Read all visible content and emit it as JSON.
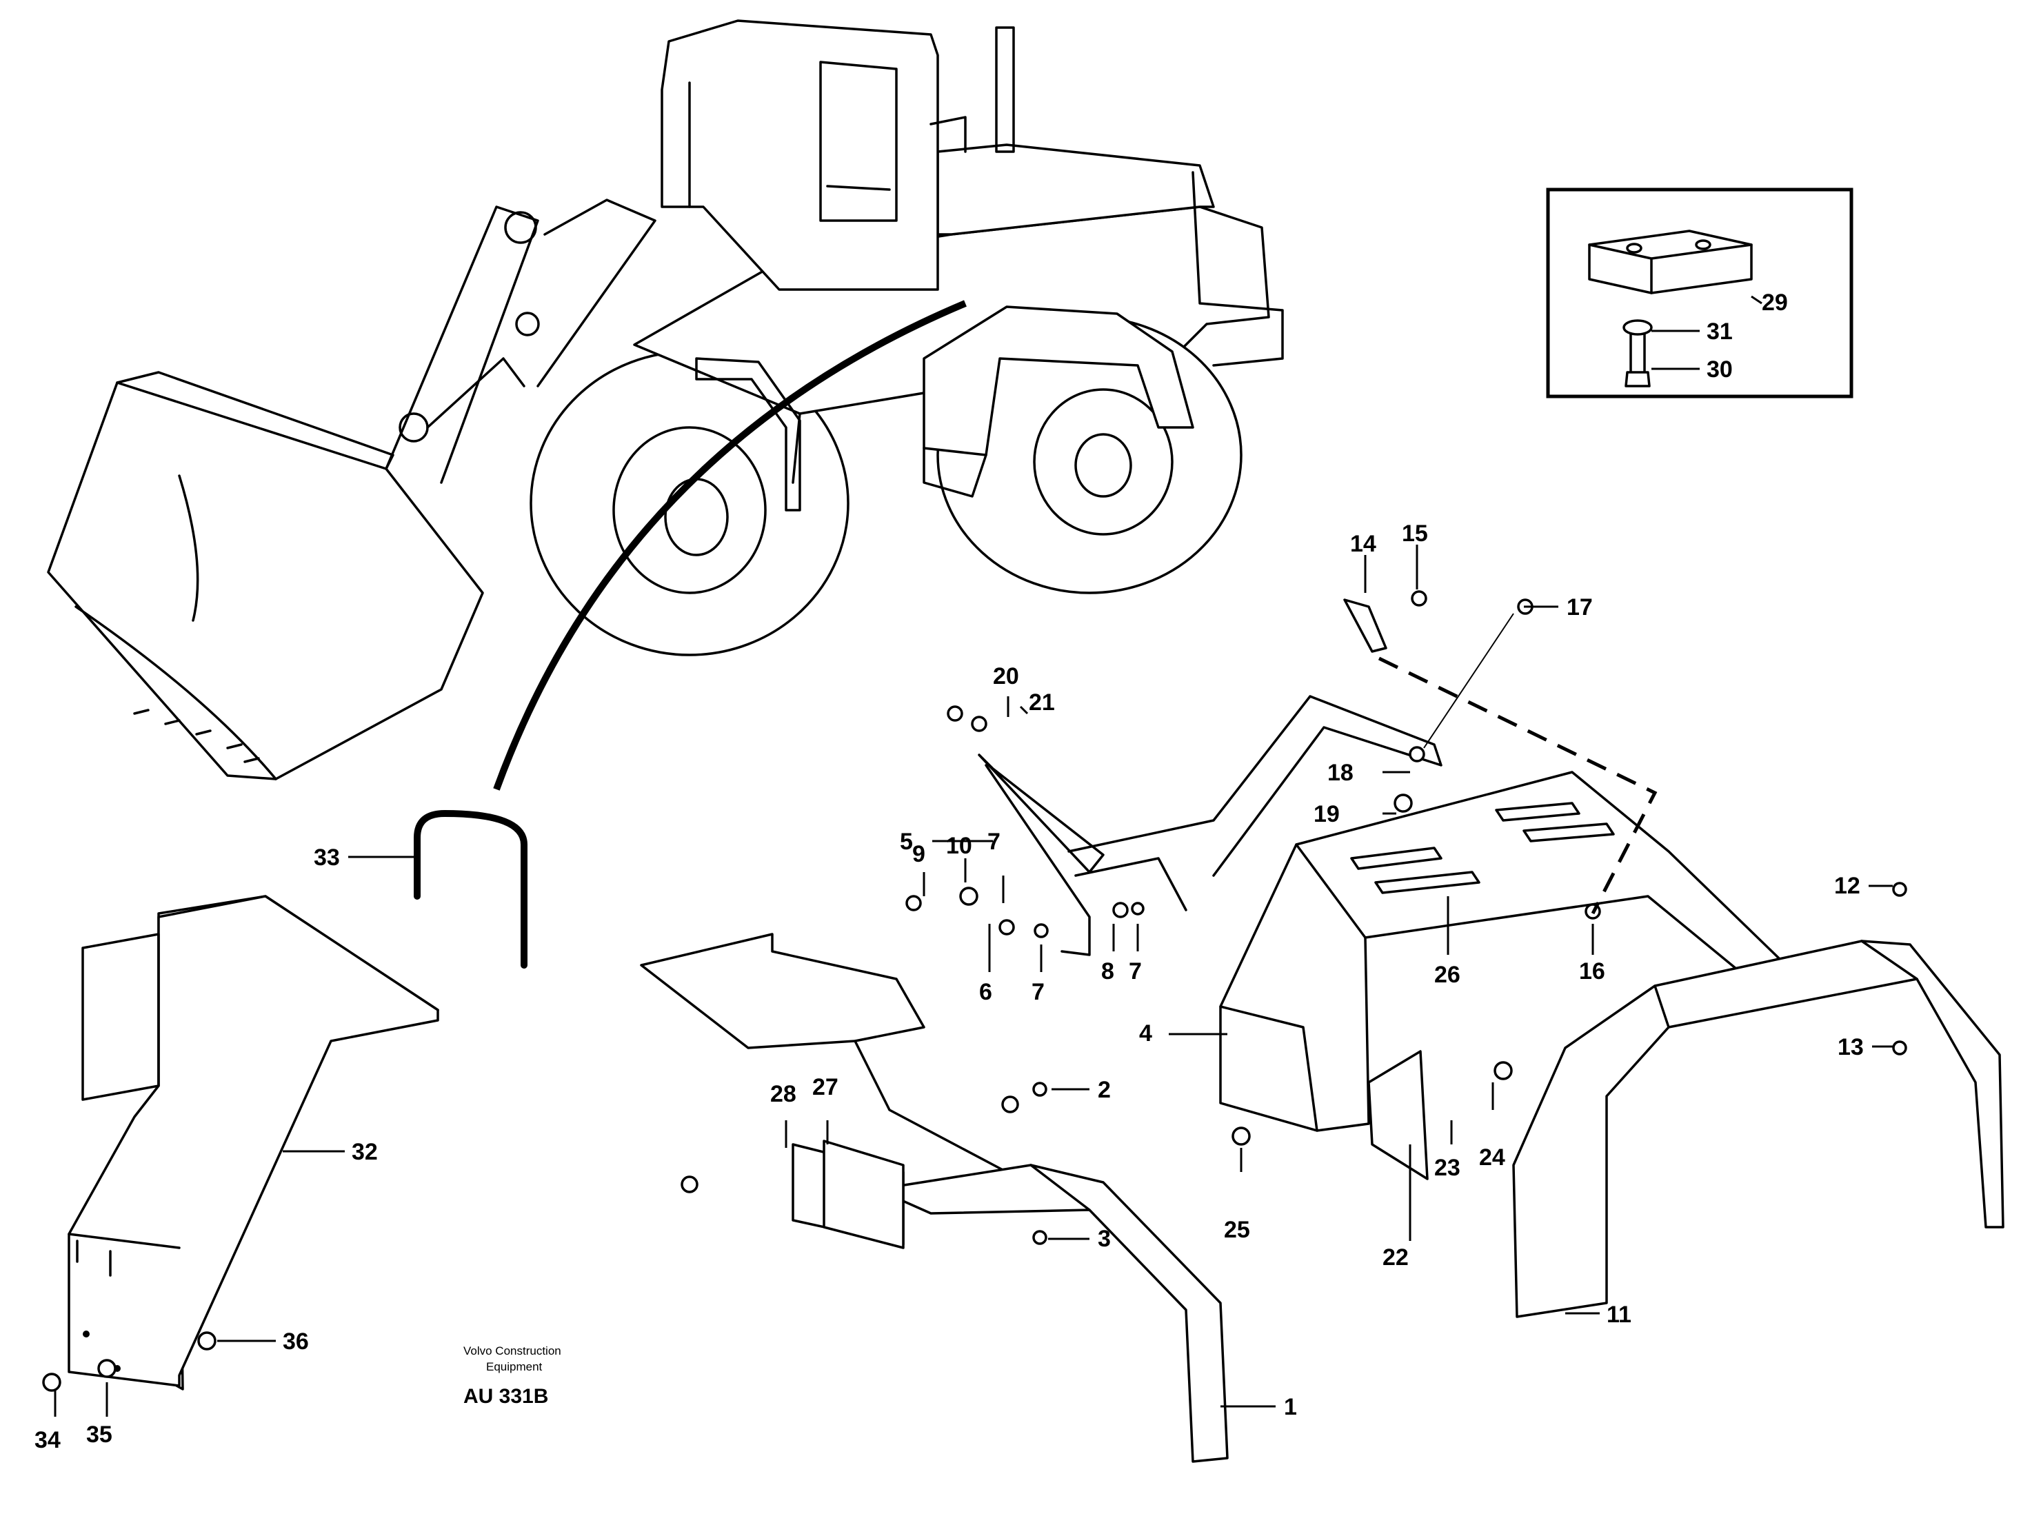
{
  "callouts": [
    "1",
    "2",
    "3",
    "4",
    "5",
    "6",
    "7",
    "8",
    "9",
    "10",
    "11",
    "12",
    "13",
    "14",
    "15",
    "16",
    "17",
    "18",
    "19",
    "20",
    "21",
    "22",
    "23",
    "24",
    "25",
    "26",
    "27",
    "28",
    "29",
    "30",
    "31",
    "32",
    "33",
    "34",
    "35",
    "36"
  ],
  "caption": {
    "line1": "Volvo Construction",
    "line2": "Equipment",
    "code": "AU 331B"
  }
}
